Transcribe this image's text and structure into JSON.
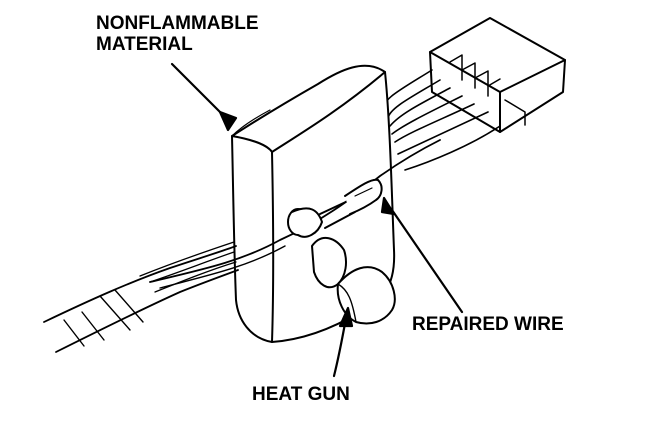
{
  "labels": {
    "nonflammable_line1": "NONFLAMMABLE",
    "nonflammable_line2": "MATERIAL",
    "repaired_wire": "REPAIRED WIRE",
    "heat_gun": "HEAT GUN"
  },
  "colors": {
    "ink": "#000000",
    "background": "#ffffff"
  }
}
